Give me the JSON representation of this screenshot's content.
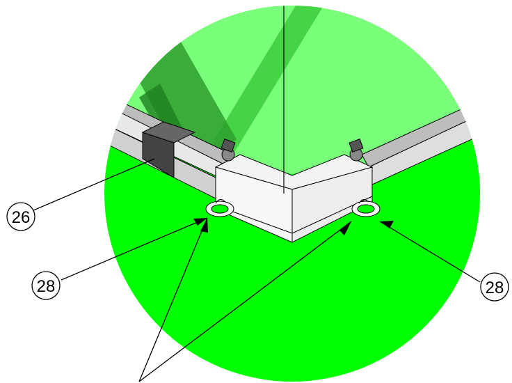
{
  "diagram": {
    "callouts": [
      {
        "id": "callout-26",
        "label": "26"
      },
      {
        "id": "callout-28-left",
        "label": "28"
      },
      {
        "id": "callout-28-right",
        "label": "28"
      }
    ]
  },
  "colors": {
    "background": "#ffffff",
    "detail_circle_bright": "#00ff00",
    "detail_circle_glass": "#7dff7d",
    "frame_white": "#f4f4f4",
    "frame_grey": "#cfcfcf",
    "block_dark": "#444444",
    "line": "#000000"
  }
}
